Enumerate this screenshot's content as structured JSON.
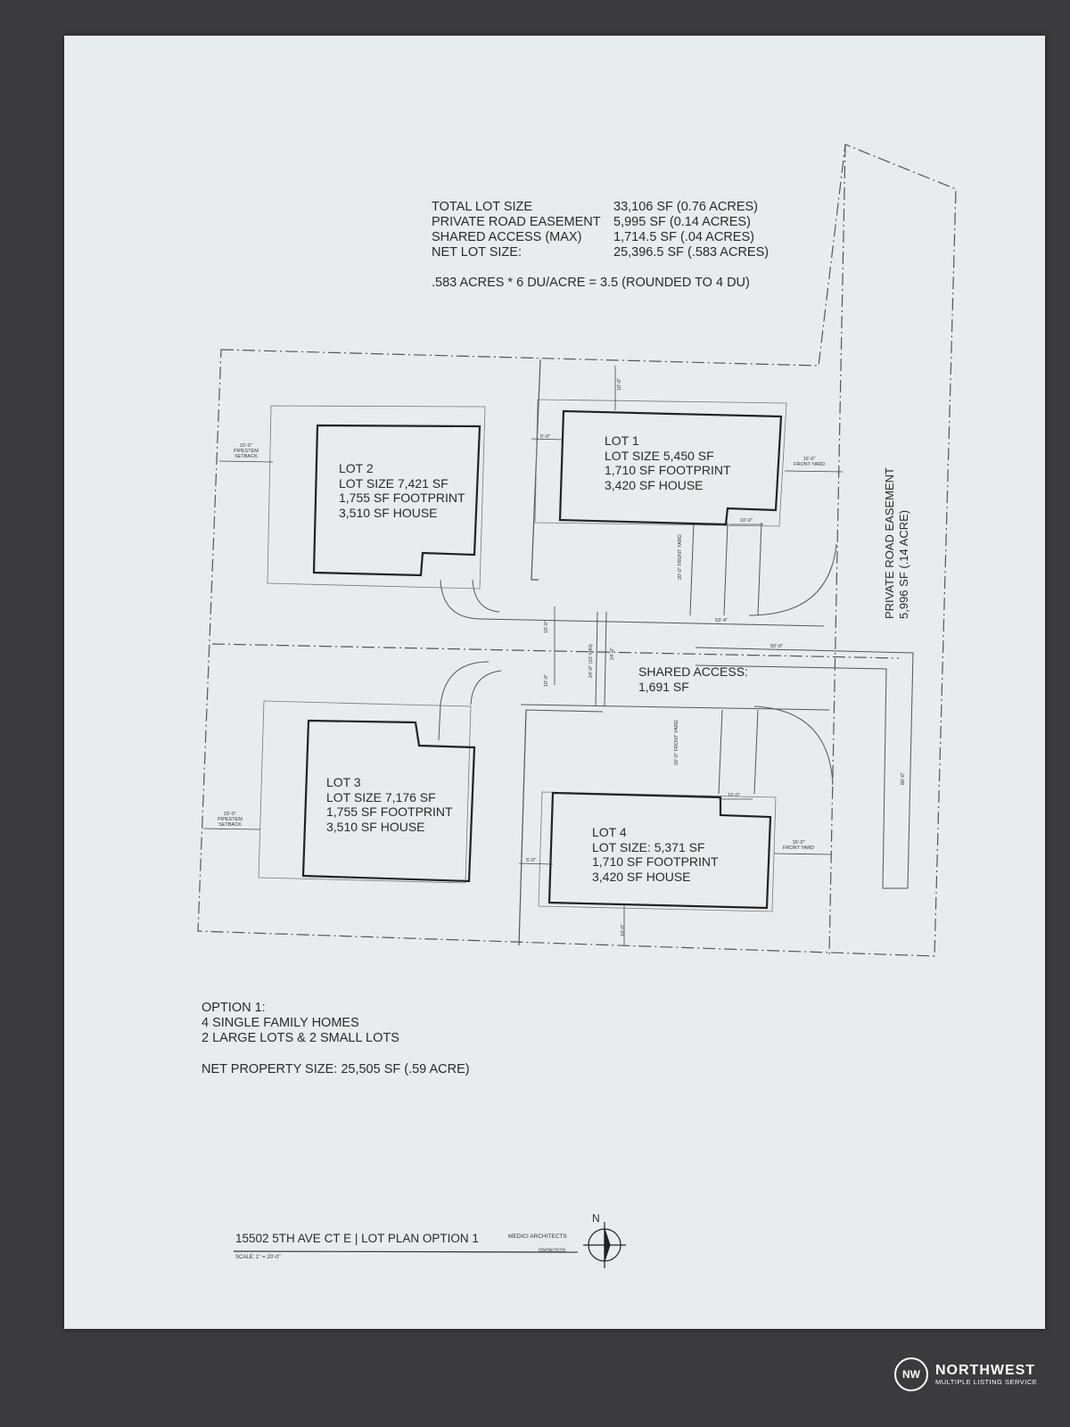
{
  "summary": {
    "labels": [
      "TOTAL LOT SIZE",
      "PRIVATE ROAD EASEMENT",
      "SHARED ACCESS (MAX)",
      "NET LOT SIZE:"
    ],
    "values": [
      "33,106 SF (0.76 ACRES)",
      "5,995 SF (0.14 ACRES)",
      "1,714.5 SF (.04 ACRES)",
      "25,396.5 SF (.583 ACRES)"
    ],
    "density": ".583 ACRES * 6 DU/ACRE = 3.5 (ROUNDED TO 4 DU)"
  },
  "lots": [
    {
      "name": "LOT 1",
      "size": "LOT SIZE 5,450 SF",
      "footprint": "1,710 SF FOOTPRINT",
      "house": "3,420 SF HOUSE"
    },
    {
      "name": "LOT 2",
      "size": "LOT SIZE 7,421 SF",
      "footprint": "1,755 SF FOOTPRINT",
      "house": "3,510 SF HOUSE"
    },
    {
      "name": "LOT 3",
      "size": "LOT SIZE 7,176 SF",
      "footprint": "1,755 SF FOOTPRINT",
      "house": "3,510 SF HOUSE"
    },
    {
      "name": "LOT 4",
      "size": "LOT SIZE: 5,371 SF",
      "footprint": "1,710 SF FOOTPRINT",
      "house": "3,420 SF HOUSE"
    }
  ],
  "shared_access": {
    "label": "SHARED ACCESS:",
    "value": "1,691 SF"
  },
  "easement": {
    "label": "PRIVATE ROAD EASEMENT",
    "value": "5,996 SF (.14 ACRE)"
  },
  "dims": {
    "pipestem_dim": "15'-0\"",
    "pipestem_label": "PIPESTEM",
    "setback_label": "SETBACK",
    "front_yard": "FRONT YARD",
    "d15": "15'-0\"",
    "d10": "10'-0\"",
    "d5": "5'-0\"",
    "d20": "20'-0\"",
    "d24": "24'-0\"",
    "d24min": "24'-0\" (15' MIN)",
    "d50": "50'-0\"",
    "d60": "60'-0\"",
    "d534": "53'-4\""
  },
  "option": {
    "lines": [
      "OPTION 1:",
      "4 SINGLE FAMILY HOMES",
      "2 LARGE LOTS & 2 SMALL LOTS"
    ],
    "net": "NET PROPERTY SIZE: 25,505 SF (.59 ACRE)"
  },
  "title_block": {
    "title": "15502 5TH AVE CT E | LOT PLAN OPTION 1",
    "firm": "MEDICI ARCHITECTS",
    "scale": "SCALE: 1\" = 20'-0\"",
    "date": "09/08/2020",
    "north": "N"
  },
  "watermark": {
    "name": "NORTHWEST",
    "sub": "MULTIPLE LISTING SERVICE",
    "mark": "NW"
  }
}
